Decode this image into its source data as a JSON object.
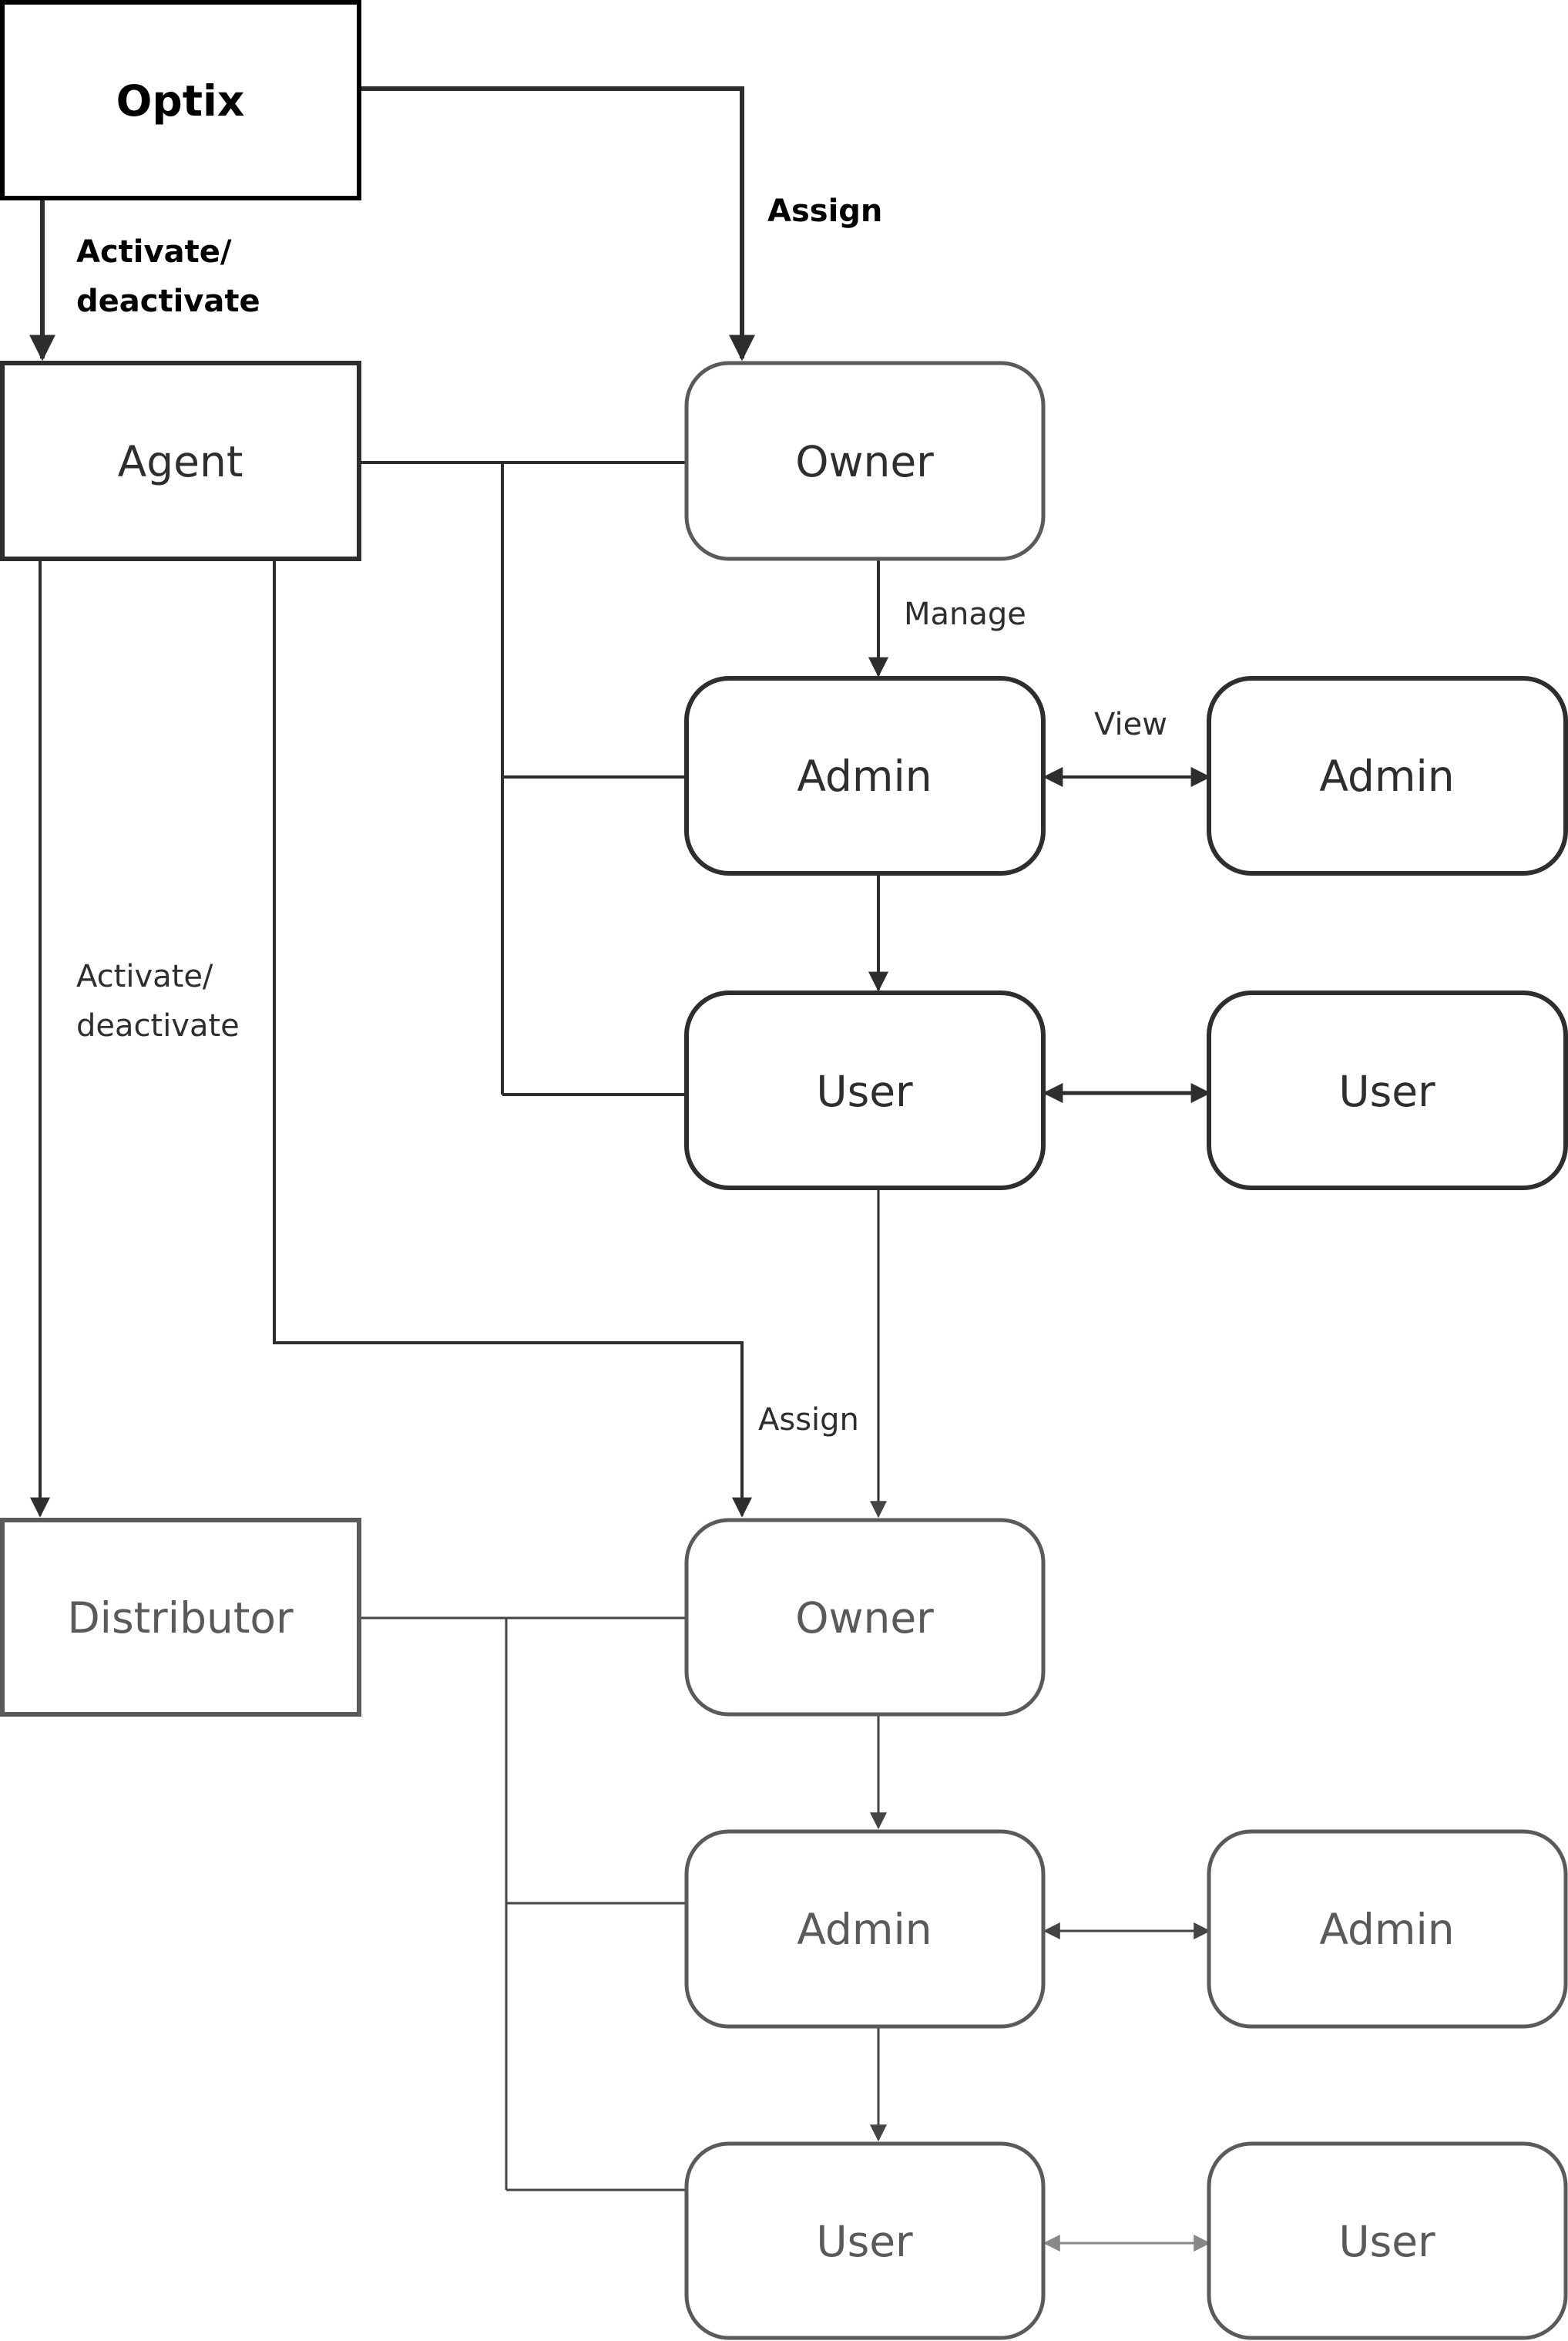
{
  "colors": {
    "primary": "#000000",
    "secondary": "#2e2e2e",
    "tertiary": "#5a5a5a",
    "light_arrow": "#888888",
    "background": "#ffffff"
  },
  "nodes": {
    "optix": "Optix",
    "agent": "Agent",
    "distributor": "Distributor",
    "owner_1": "Owner",
    "admin_1": "Admin",
    "admin_1_peer": "Admin",
    "user_1": "User",
    "user_1_peer": "User",
    "owner_2": "Owner",
    "admin_2": "Admin",
    "admin_2_peer": "Admin",
    "user_2": "User",
    "user_2_peer": "User"
  },
  "edge_labels": {
    "optix_assign": "Assign",
    "optix_activate_line1": "Activate/",
    "optix_activate_line2": "deactivate",
    "owner_manage": "Manage",
    "admin_view": "View",
    "agent_activate_line1": "Activate/",
    "agent_activate_line2": "deactivate",
    "agent_assign": "Assign"
  }
}
